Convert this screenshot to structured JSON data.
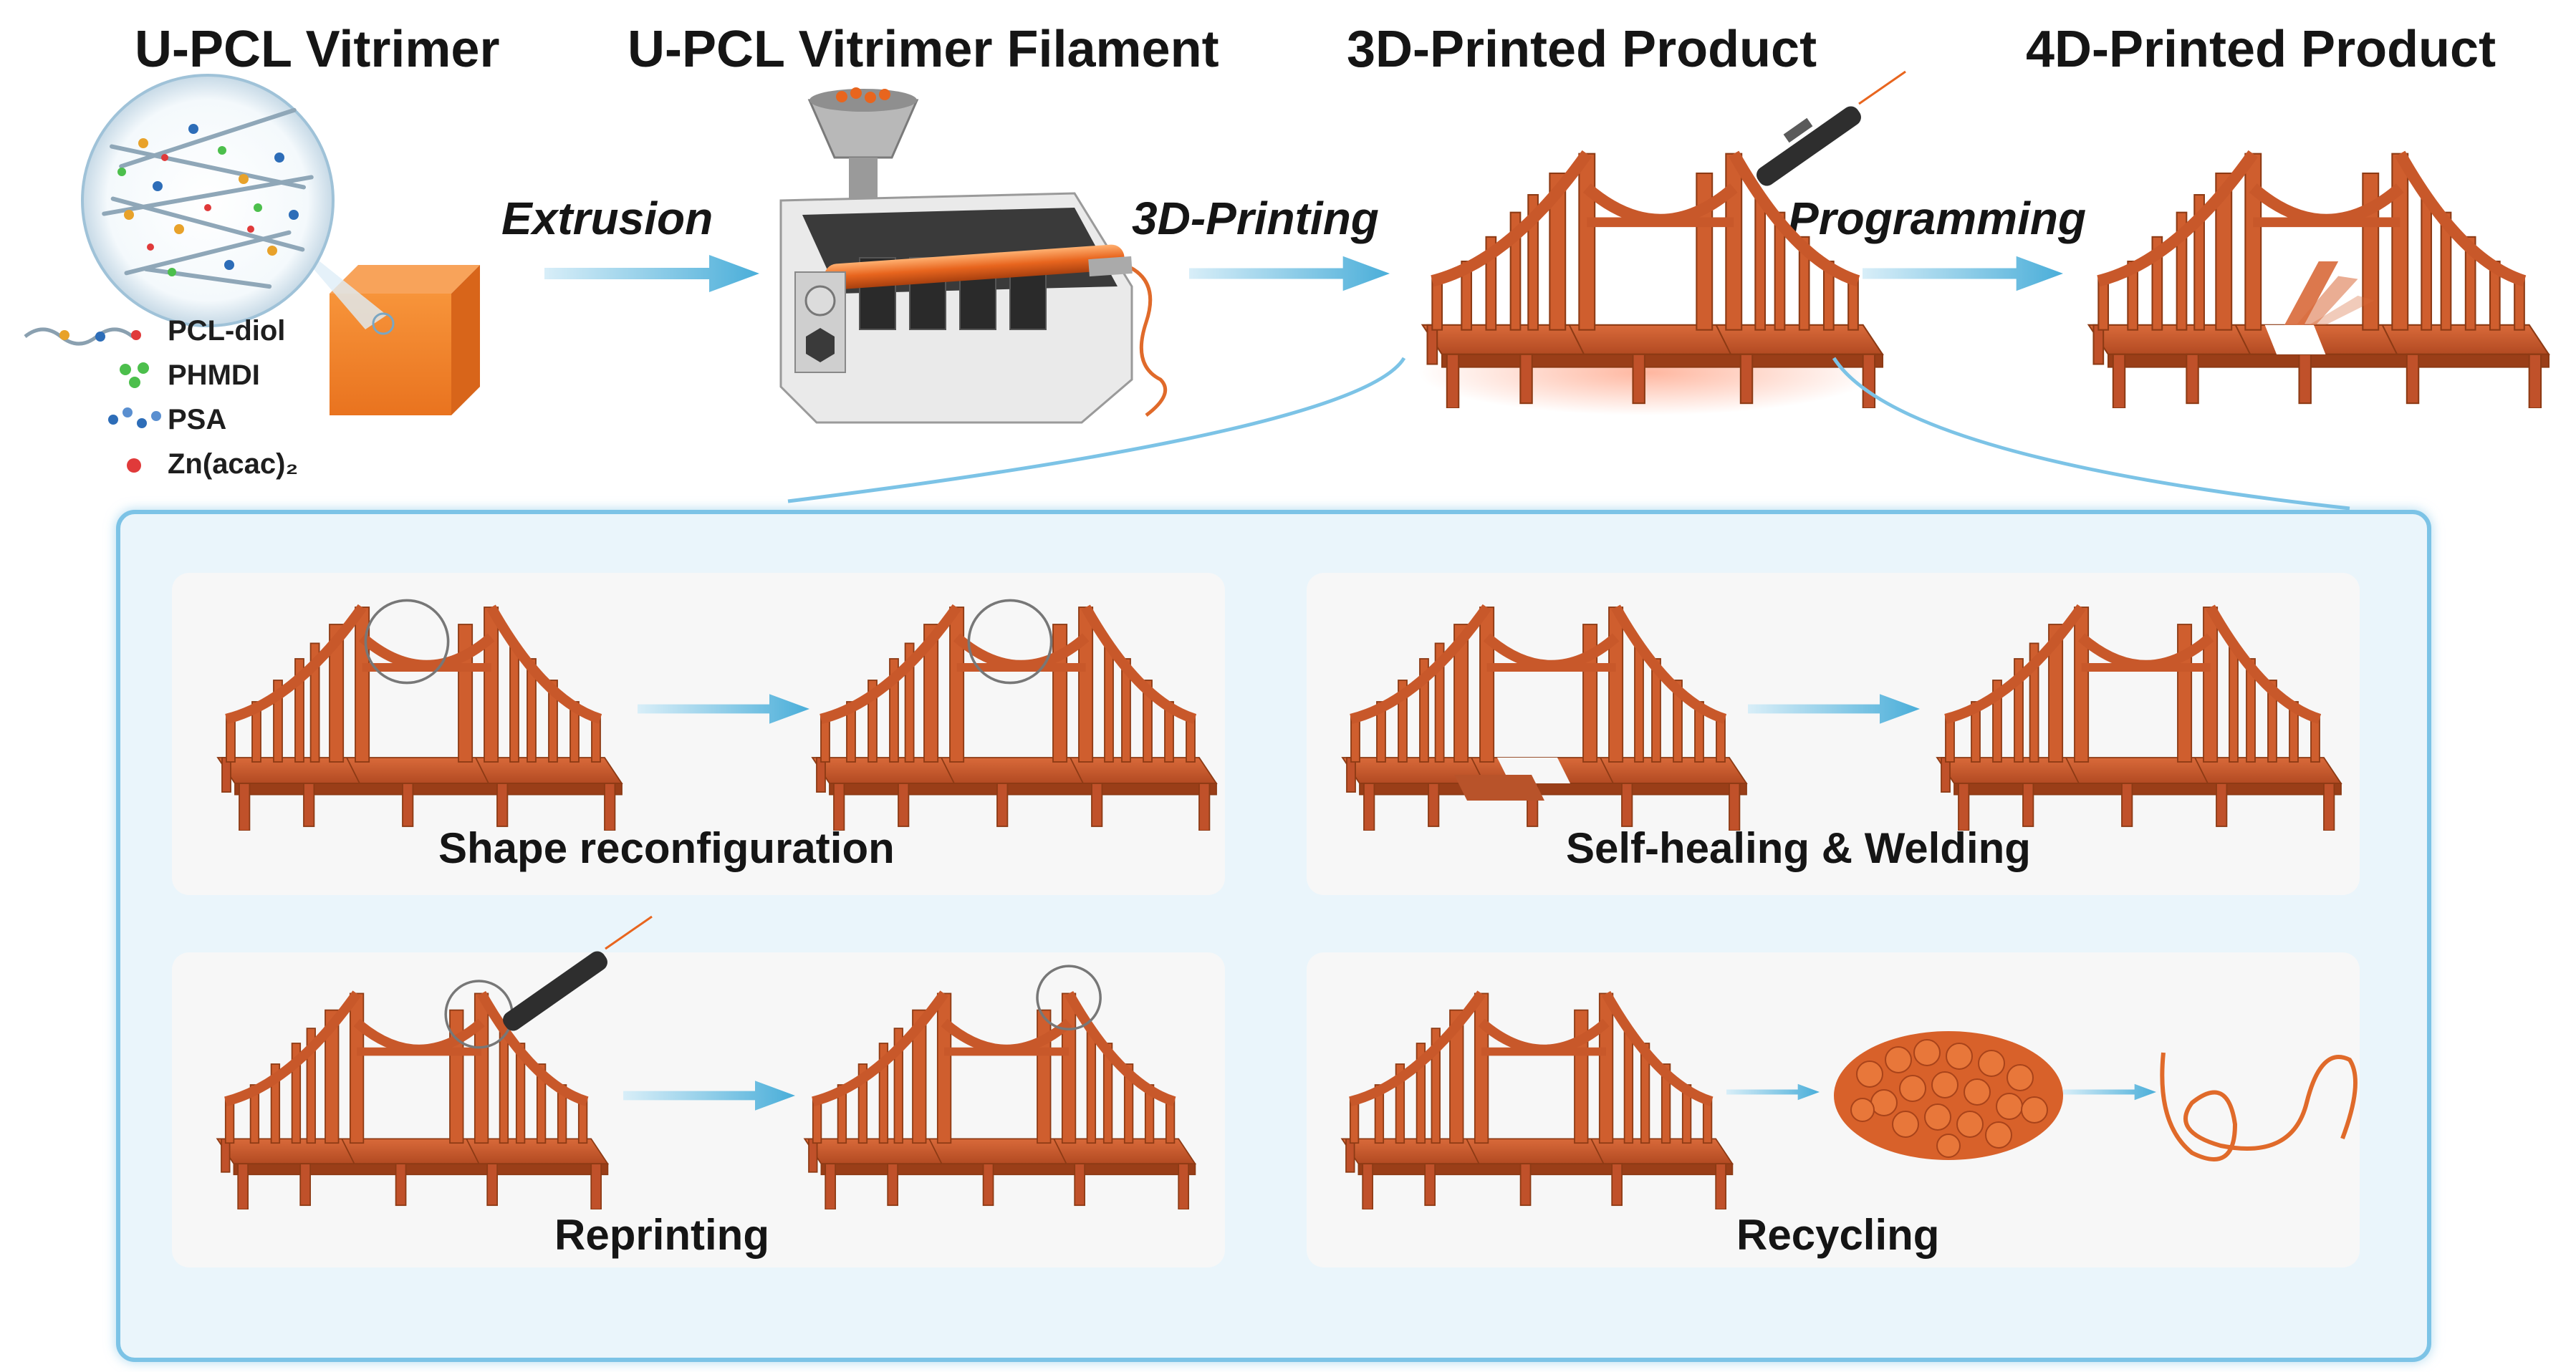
{
  "titles": {
    "vitrimer": "U-PCL Vitrimer",
    "filament": "U-PCL Vitrimer Filament",
    "printed3d": "3D-Printed Product",
    "printed4d": "4D-Printed Product"
  },
  "steps": {
    "extrusion": "Extrusion",
    "printing": "3D-Printing",
    "programming": "Programming"
  },
  "legend": [
    {
      "label": "PCL-diol",
      "icon": "pcl-diol-chain-icon"
    },
    {
      "label": "PHMDI",
      "icon": "phmdi-molecule-icon"
    },
    {
      "label": "PSA",
      "icon": "psa-molecule-icon"
    },
    {
      "label": "Zn(acac)₂",
      "icon": "zinc-dot-icon"
    }
  ],
  "panels": {
    "shape": "Shape reconfiguration",
    "healing": "Self-healing & Welding",
    "reprinting": "Reprinting",
    "recycling": "Recycling"
  },
  "colors": {
    "bridge": "#c8582a",
    "arrow": "#5ab4dc",
    "frame": "#7cc3e6",
    "cube": "#f28a2e"
  }
}
